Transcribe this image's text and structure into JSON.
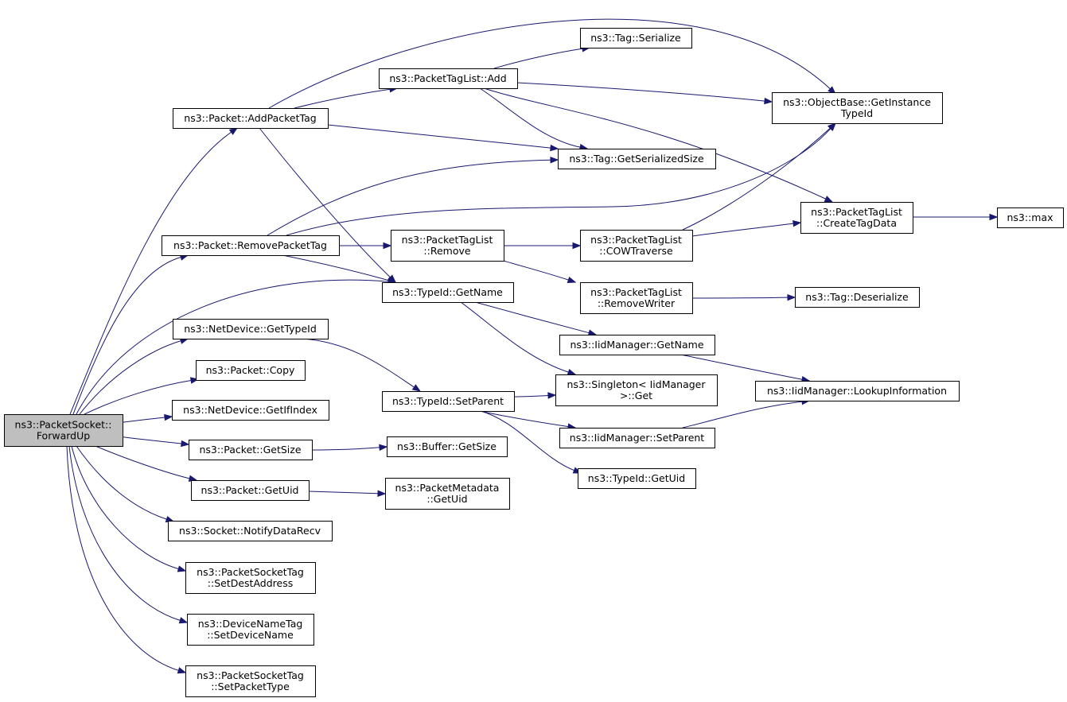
{
  "diagram": {
    "type": "call-graph",
    "root": "forwardup",
    "nodes": [
      {
        "id": "forwardup",
        "lines": [
          "ns3::PacketSocket::",
          "ForwardUp"
        ]
      },
      {
        "id": "addpackettag",
        "lines": [
          "ns3::Packet::AddPacketTag"
        ]
      },
      {
        "id": "removepackettag",
        "lines": [
          "ns3::Packet::RemovePacketTag"
        ]
      },
      {
        "id": "netdevice_gettypeid",
        "lines": [
          "ns3::NetDevice::GetTypeId"
        ]
      },
      {
        "id": "packet_copy",
        "lines": [
          "ns3::Packet::Copy"
        ]
      },
      {
        "id": "netdevice_getifindex",
        "lines": [
          "ns3::NetDevice::GetIfIndex"
        ]
      },
      {
        "id": "packet_getsize",
        "lines": [
          "ns3::Packet::GetSize"
        ]
      },
      {
        "id": "packet_getuid",
        "lines": [
          "ns3::Packet::GetUid"
        ]
      },
      {
        "id": "notifydatarecv",
        "lines": [
          "ns3::Socket::NotifyDataRecv"
        ]
      },
      {
        "id": "setdestaddress",
        "lines": [
          "ns3::PacketSocketTag",
          "::SetDestAddress"
        ]
      },
      {
        "id": "setdevicename",
        "lines": [
          "ns3::DeviceNameTag",
          "::SetDeviceName"
        ]
      },
      {
        "id": "setpackettype",
        "lines": [
          "ns3::PacketSocketTag",
          "::SetPacketType"
        ]
      },
      {
        "id": "taglist_add",
        "lines": [
          "ns3::PacketTagList::Add"
        ]
      },
      {
        "id": "taglist_remove",
        "lines": [
          "ns3::PacketTagList",
          "::Remove"
        ]
      },
      {
        "id": "typeid_getname",
        "lines": [
          "ns3::TypeId::GetName"
        ]
      },
      {
        "id": "typeid_setparent",
        "lines": [
          "ns3::TypeId::SetParent"
        ]
      },
      {
        "id": "buffer_getsize",
        "lines": [
          "ns3::Buffer::GetSize"
        ]
      },
      {
        "id": "metadata_getuid",
        "lines": [
          "ns3::PacketMetadata",
          "::GetUid"
        ]
      },
      {
        "id": "tag_serialize",
        "lines": [
          "ns3::Tag::Serialize"
        ]
      },
      {
        "id": "tag_getserializedsize",
        "lines": [
          "ns3::Tag::GetSerializedSize"
        ]
      },
      {
        "id": "cowtraverse",
        "lines": [
          "ns3::PacketTagList",
          "::COWTraverse"
        ]
      },
      {
        "id": "removewriter",
        "lines": [
          "ns3::PacketTagList",
          "::RemoveWriter"
        ]
      },
      {
        "id": "iid_getname",
        "lines": [
          "ns3::IidManager::GetName"
        ]
      },
      {
        "id": "singleton_get",
        "lines": [
          "ns3::Singleton< IidManager",
          ">::Get"
        ]
      },
      {
        "id": "iid_setparent",
        "lines": [
          "ns3::IidManager::SetParent"
        ]
      },
      {
        "id": "typeid_getuid",
        "lines": [
          "ns3::TypeId::GetUid"
        ]
      },
      {
        "id": "getinstancetypeid",
        "lines": [
          "ns3::ObjectBase::GetInstance",
          "TypeId"
        ]
      },
      {
        "id": "createtagdata",
        "lines": [
          "ns3::PacketTagList",
          "::CreateTagData"
        ]
      },
      {
        "id": "tag_deserialize",
        "lines": [
          "ns3::Tag::Deserialize"
        ]
      },
      {
        "id": "iid_lookupinformation",
        "lines": [
          "ns3::IidManager::LookupInformation"
        ]
      },
      {
        "id": "ns3_max",
        "lines": [
          "ns3::max"
        ]
      }
    ],
    "edges": [
      [
        "forwardup",
        "addpackettag"
      ],
      [
        "forwardup",
        "removepackettag"
      ],
      [
        "forwardup",
        "typeid_getname"
      ],
      [
        "forwardup",
        "netdevice_gettypeid"
      ],
      [
        "forwardup",
        "packet_copy"
      ],
      [
        "forwardup",
        "netdevice_getifindex"
      ],
      [
        "forwardup",
        "packet_getsize"
      ],
      [
        "forwardup",
        "packet_getuid"
      ],
      [
        "forwardup",
        "notifydatarecv"
      ],
      [
        "forwardup",
        "setdestaddress"
      ],
      [
        "forwardup",
        "setdevicename"
      ],
      [
        "forwardup",
        "setpackettype"
      ],
      [
        "addpackettag",
        "getinstancetypeid"
      ],
      [
        "addpackettag",
        "taglist_add"
      ],
      [
        "addpackettag",
        "tag_getserializedsize"
      ],
      [
        "addpackettag",
        "typeid_getname"
      ],
      [
        "taglist_add",
        "tag_serialize"
      ],
      [
        "taglist_add",
        "getinstancetypeid"
      ],
      [
        "taglist_add",
        "tag_getserializedsize"
      ],
      [
        "taglist_add",
        "createtagdata"
      ],
      [
        "removepackettag",
        "tag_getserializedsize"
      ],
      [
        "removepackettag",
        "getinstancetypeid"
      ],
      [
        "removepackettag",
        "taglist_remove"
      ],
      [
        "removepackettag",
        "typeid_getname"
      ],
      [
        "taglist_remove",
        "cowtraverse"
      ],
      [
        "taglist_remove",
        "removewriter"
      ],
      [
        "cowtraverse",
        "getinstancetypeid"
      ],
      [
        "cowtraverse",
        "createtagdata"
      ],
      [
        "createtagdata",
        "ns3_max"
      ],
      [
        "removewriter",
        "tag_deserialize"
      ],
      [
        "typeid_getname",
        "iid_getname"
      ],
      [
        "typeid_getname",
        "singleton_get"
      ],
      [
        "netdevice_gettypeid",
        "typeid_setparent"
      ],
      [
        "typeid_setparent",
        "singleton_get"
      ],
      [
        "typeid_setparent",
        "iid_setparent"
      ],
      [
        "typeid_setparent",
        "typeid_getuid"
      ],
      [
        "iid_getname",
        "iid_lookupinformation"
      ],
      [
        "iid_setparent",
        "iid_lookupinformation"
      ],
      [
        "packet_getsize",
        "buffer_getsize"
      ],
      [
        "packet_getuid",
        "metadata_getuid"
      ]
    ]
  }
}
